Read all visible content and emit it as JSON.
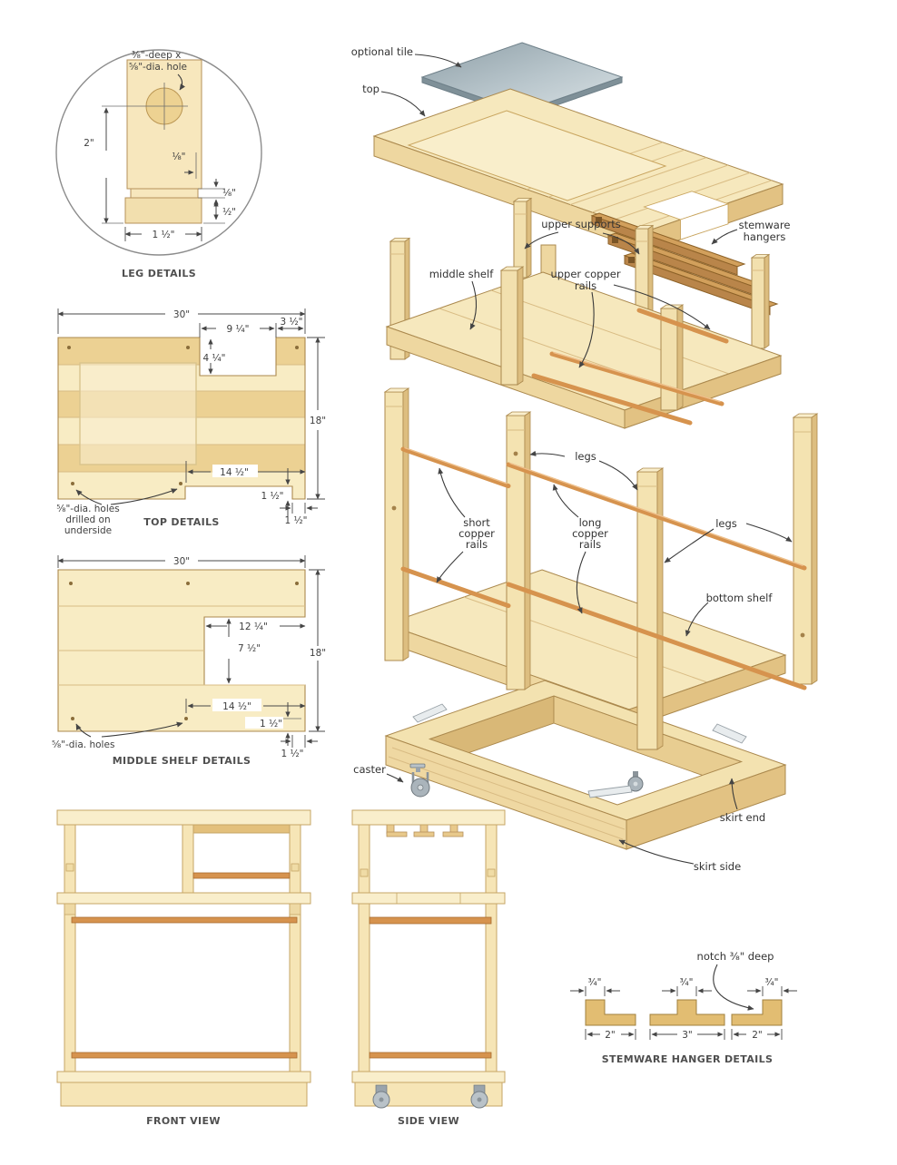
{
  "figure": {
    "type": "woodworking-plan",
    "subject": "rolling bar cart with stemware hangers"
  },
  "colors": {
    "wood_top": "#f6e8bd",
    "wood_light": "#f9efcd",
    "wood_side": "#eed7a0",
    "wood_front": "#e2c283",
    "wood_tan": "#ecd193",
    "wood_cream": "#f8ecc4",
    "outline": "#ab894e",
    "hanger_brown": "#c1914f",
    "copper": "#d6934e",
    "tile_dark": "#93a5ad",
    "tile_light": "#d3dcdf",
    "metal": "#aab4bb",
    "dim_gray": "#4a4a4a",
    "label_gray": "#333333"
  },
  "exploded": {
    "labels": {
      "optional_tile": "optional tile",
      "top": "top",
      "upper_supports": "upper supports",
      "stemware_1": "stemware",
      "stemware_2": "hangers",
      "middle_shelf": "middle shelf",
      "upper_rails_1": "upper copper",
      "upper_rails_2": "rails",
      "legs_left": "legs",
      "legs_right": "legs",
      "short_1": "short",
      "short_2": "copper",
      "short_3": "rails",
      "long_1": "long",
      "long_2": "copper",
      "long_3": "rails",
      "bottom_shelf": "bottom shelf",
      "caster": "caster",
      "skirt_end": "skirt end",
      "skirt_side": "skirt side"
    }
  },
  "leg_details": {
    "caption": "LEG DETAILS",
    "note1": "³⁄₈\"-deep x",
    "note2": "⁵⁄₈\"-dia. hole",
    "d2": "2\"",
    "d18_top": "¹⁄₈\"",
    "d18_side": "¹⁄₈\"",
    "d12": "¹⁄₂\"",
    "dwidth": "1 ¹⁄₂\""
  },
  "top_details": {
    "caption": "TOP DETAILS",
    "d30": "30\"",
    "d914": "9 ¹⁄₄\"",
    "d312": "3 ¹⁄₂\"",
    "d414": "4 ¹⁄₄\"",
    "d18": "18\"",
    "d1412": "14 ¹⁄₂\"",
    "d112v": "1 ¹⁄₂\"",
    "d112h": "1 ¹⁄₂\"",
    "note1": "⁵⁄₈\"-dia. holes",
    "note2": "drilled on",
    "note3": "underside"
  },
  "middle_shelf_details": {
    "caption": "MIDDLE SHELF DETAILS",
    "d30": "30\"",
    "d18": "18\"",
    "d1214": "12 ¹⁄₄\"",
    "d712": "7 ¹⁄₂\"",
    "d1412": "14 ¹⁄₂\"",
    "d112v": "1 ¹⁄₂\"",
    "d112h": "1 ¹⁄₂\"",
    "note": "⁵⁄₈\"-dia. holes"
  },
  "front_view": {
    "caption": "FRONT VIEW"
  },
  "side_view": {
    "caption": "SIDE VIEW"
  },
  "stemware_details": {
    "caption": "STEMWARE HANGER DETAILS",
    "notch_note": "notch ³⁄₈\" deep",
    "d34_1": "³⁄₄\"",
    "d34_2": "³⁄₄\"",
    "d34_3": "³⁄₄\"",
    "d2_1": "2\"",
    "d3": "3\"",
    "d2_2": "2\""
  }
}
